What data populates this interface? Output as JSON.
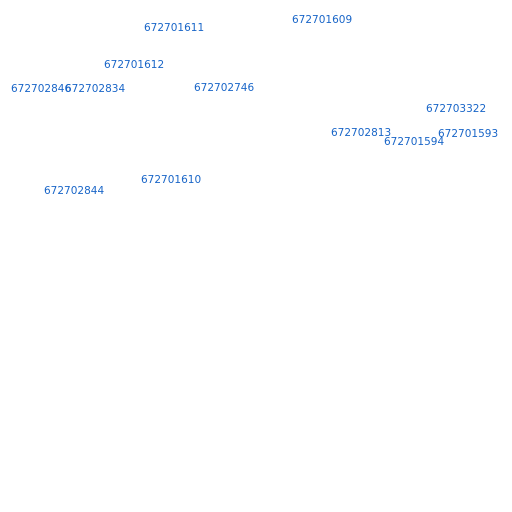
{
  "map": {
    "label_color": "#1a66c8",
    "background_color": "#ffffff",
    "labels": [
      "672701611",
      "672701609",
      "672701612",
      "672702846",
      "672702834",
      "672702746",
      "672703322",
      "672702813",
      "672701594",
      "672701593",
      "672701610",
      "672702844"
    ]
  }
}
